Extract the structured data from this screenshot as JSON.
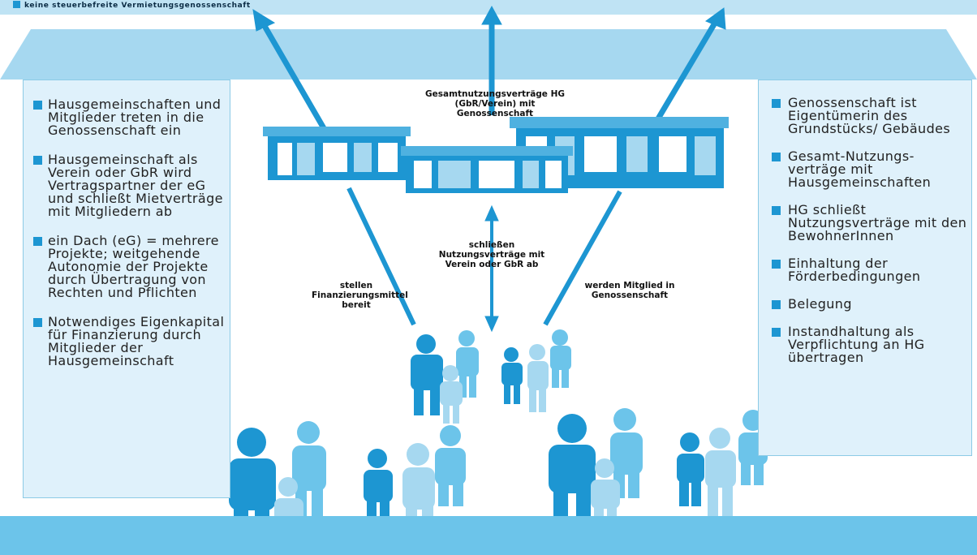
{
  "header": {
    "text": "keine steuerbefreite Vermietungsgenossenschaft"
  },
  "colors": {
    "dark": "#1d96d2",
    "mid": "#4fb1e0",
    "light": "#a6d8f0",
    "banner": "#bfe3f4",
    "band": "#6cc4ea"
  },
  "left_panel": {
    "items": [
      "Hausgemeinschaften und Mitglieder treten in die Genossenschaft ein",
      "Hausgemeinschaft als Verein oder GbR wird Vertragspartner der eG und schließt Mietverträge mit Mitgliedern ab",
      "ein Dach (eG) = mehrere Projekte; weitgehende Autonomie der Projekte durch Übertragung von Rechten und Pflichten",
      "Notwendiges Eigenkapital für Finanzierung durch Mitglieder der Hausgemeinschaft"
    ]
  },
  "right_panel": {
    "items": [
      "Genossenschaft ist Eigentümerin des Grundstücks/ Gebäudes",
      "Gesamt-Nutzungs-verträge mit Hausgemeinschaften",
      "HG schließt Nutzungsverträge mit den BewohnerInnen",
      "Einhaltung der Förderbedingungen",
      "Belegung",
      "Instandhaltung als Verpflichtung an HG übertragen"
    ]
  },
  "labels": {
    "contracts_top": "Gesamtnutzungsverträge HG (GbR/Verein) mit Genossenschaft",
    "contracts_mid": "schließen Nutzungsverträge mit Verein oder GbR ab",
    "financing": "stellen Finanzierungsmittel bereit",
    "membership": "werden Mitglied in Genossenschaft"
  },
  "icons": [
    "house-icon",
    "person-icon",
    "arrow-icon"
  ]
}
